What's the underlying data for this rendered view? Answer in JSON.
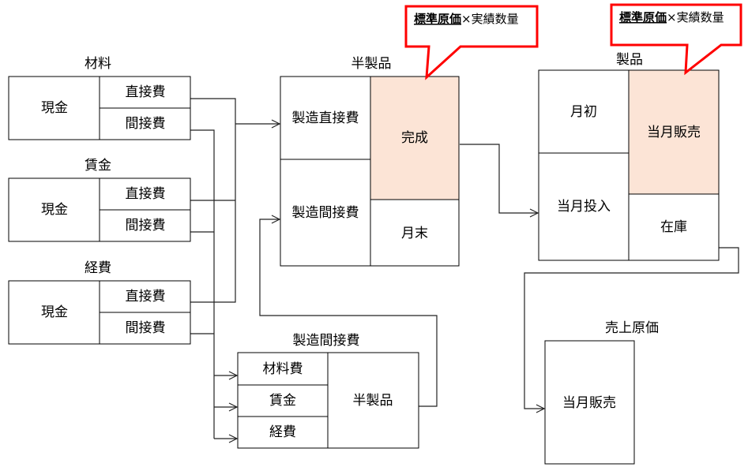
{
  "materials": {
    "title": "材料",
    "left": "現金",
    "direct": "直接費",
    "indirect": "間接費"
  },
  "labor": {
    "title": "賃金",
    "left": "現金",
    "direct": "直接費",
    "indirect": "間接費"
  },
  "expenses": {
    "title": "経費",
    "left": "現金",
    "direct": "直接費",
    "indirect": "間接費"
  },
  "wip": {
    "title": "半製品",
    "direct": "製造直接費",
    "indirect": "製造間接費",
    "completed": "完成",
    "ending": "月末"
  },
  "products": {
    "title": "製品",
    "beginning": "月初",
    "input": "当月投入",
    "sales": "当月販売",
    "inventory": "在庫"
  },
  "overhead": {
    "title": "製造間接費",
    "materials": "材料費",
    "labor": "賃金",
    "expenses": "経費",
    "wip": "半製品"
  },
  "cogs": {
    "title": "売上原価",
    "sales": "当月販売"
  },
  "callouts": [
    {
      "bold": "標準原価",
      "rest": "×実績数量"
    },
    {
      "bold": "標準原価",
      "rest": "×実績数量"
    }
  ],
  "colors": {
    "highlight": "#fce4d6",
    "callout_border": "#ff0000"
  }
}
